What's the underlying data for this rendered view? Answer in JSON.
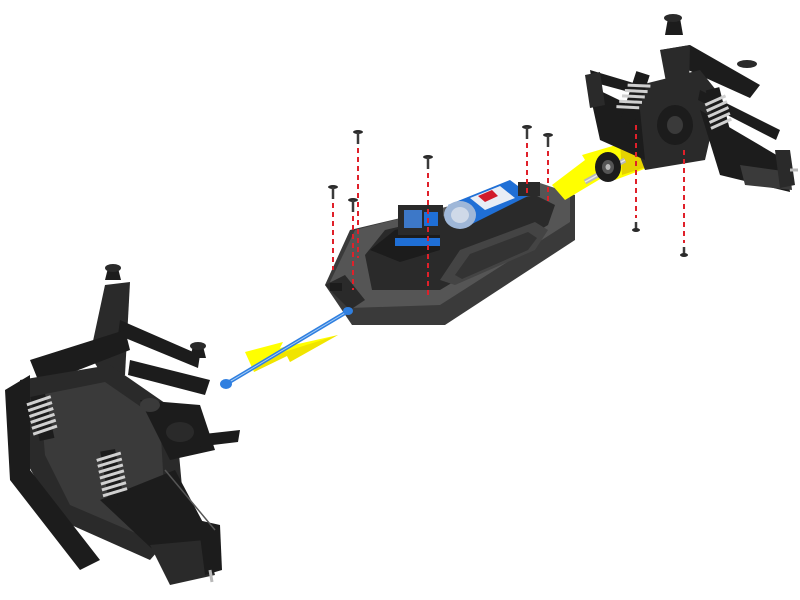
{
  "diagram": {
    "colors": {
      "background": "#ffffff",
      "arrow_fill": "#ffff00",
      "arrow_shade": "#e6d200",
      "guide_line": "#e0202a",
      "chassis_dark": "#2a2a2a",
      "chassis_mid": "#555555",
      "chassis_light": "#8a8a8a",
      "part_black": "#1c1c1c",
      "shock_spring": "#c8c8c8",
      "motor_blue": "#1f6fd6",
      "driveshaft_blue": "#2f7fe0",
      "shaft_steel": "#b8b8b8"
    },
    "parts": [
      "chassis-tub",
      "electric-motor",
      "electronics-tray",
      "front-suspension-assembly",
      "rear-suspension-assembly",
      "center-driveshaft",
      "spur-gear",
      "mounting-screws"
    ],
    "arrows": [
      "driveshaft-removal-arrow",
      "rear-assembly-removal-arrow"
    ],
    "screw_count": 8
  }
}
